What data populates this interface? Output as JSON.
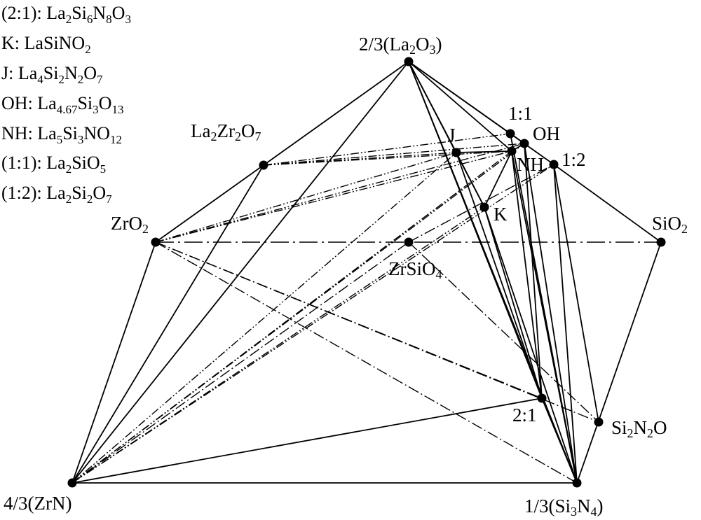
{
  "legend": [
    {
      "id": "2to1",
      "key": "(2:1)",
      "formula": "La2Si6N8O3"
    },
    {
      "id": "k",
      "key": "K",
      "formula": "LaSiNO2"
    },
    {
      "id": "j",
      "key": "J",
      "formula": "La4Si2N2O7"
    },
    {
      "id": "oh",
      "key": "OH",
      "formula": "La4.67Si3O13"
    },
    {
      "id": "nh",
      "key": "NH",
      "formula": "La5Si3NO12"
    },
    {
      "id": "1to1",
      "key": "(1:1)",
      "formula": "La2SiO5"
    },
    {
      "id": "1to2",
      "key": "(1:2)",
      "formula": "La2Si2O7"
    }
  ],
  "points": [
    {
      "id": "la2o3",
      "label": "2/3(La2O3)"
    },
    {
      "id": "zrn",
      "label": "4/3(ZrN)"
    },
    {
      "id": "si3n4",
      "label": "1/3(Si3N4)"
    },
    {
      "id": "sio2",
      "label": "SiO2"
    },
    {
      "id": "zro2",
      "label": "ZrO2"
    },
    {
      "id": "la2zr2o7",
      "label": "La2Zr2O7"
    },
    {
      "id": "zrsio4",
      "label": "ZrSiO4"
    },
    {
      "id": "si2n2o",
      "label": "Si2N2O"
    },
    {
      "id": "p21",
      "label": "2:1"
    },
    {
      "id": "p11",
      "label": "1:1"
    },
    {
      "id": "p12",
      "label": "1:2"
    },
    {
      "id": "oh",
      "label": "OH"
    },
    {
      "id": "j",
      "label": "J"
    },
    {
      "id": "nh",
      "label": "NH"
    },
    {
      "id": "k",
      "label": "K"
    }
  ]
}
